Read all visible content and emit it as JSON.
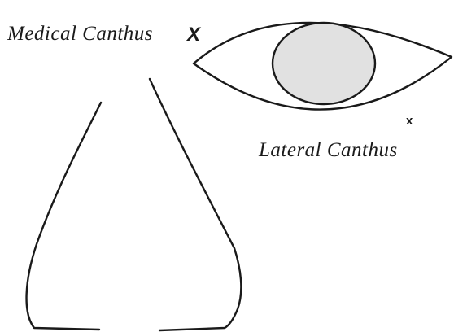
{
  "labels": {
    "medial_canthus": "Medical Canthus",
    "lateral_canthus": "Lateral Canthus"
  },
  "markers": {
    "medial": "X",
    "lateral": "x"
  },
  "colors": {
    "stroke": "#1a1a1a",
    "iris_fill": "#e1e1e1",
    "background": "#ffffff"
  }
}
